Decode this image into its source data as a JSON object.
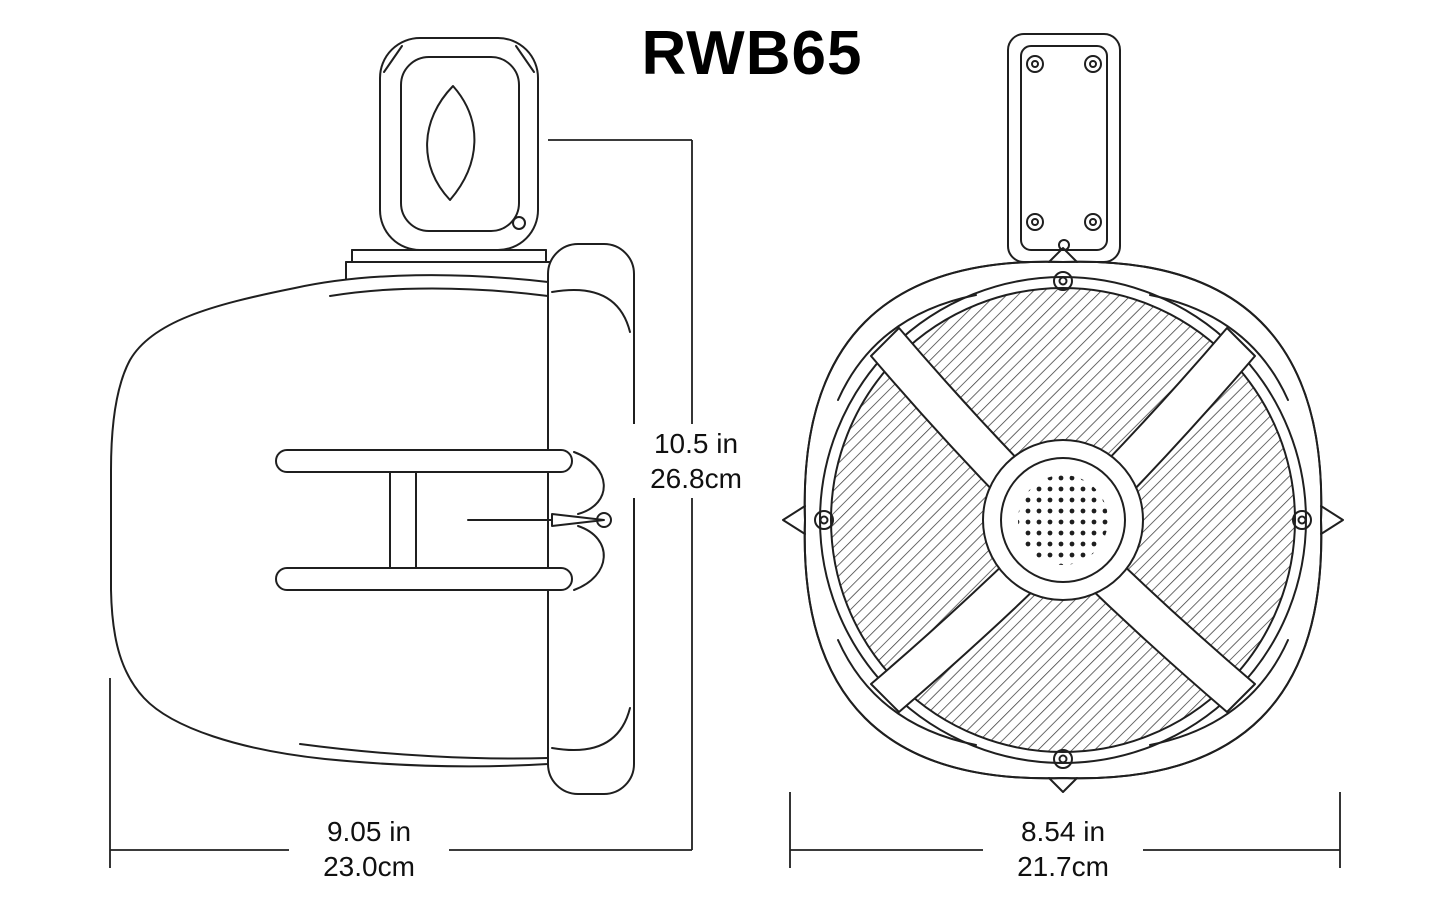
{
  "colors": {
    "background": "#ffffff",
    "line": "#1f1f1f"
  },
  "title": "RWB65",
  "dimensions": {
    "height": {
      "inches": "10.5 in",
      "metric": "26.8cm"
    },
    "width": {
      "inches": "9.05 in",
      "metric": "23.0cm"
    },
    "diameter": {
      "inches": "8.54 in",
      "metric": "21.7cm"
    }
  }
}
